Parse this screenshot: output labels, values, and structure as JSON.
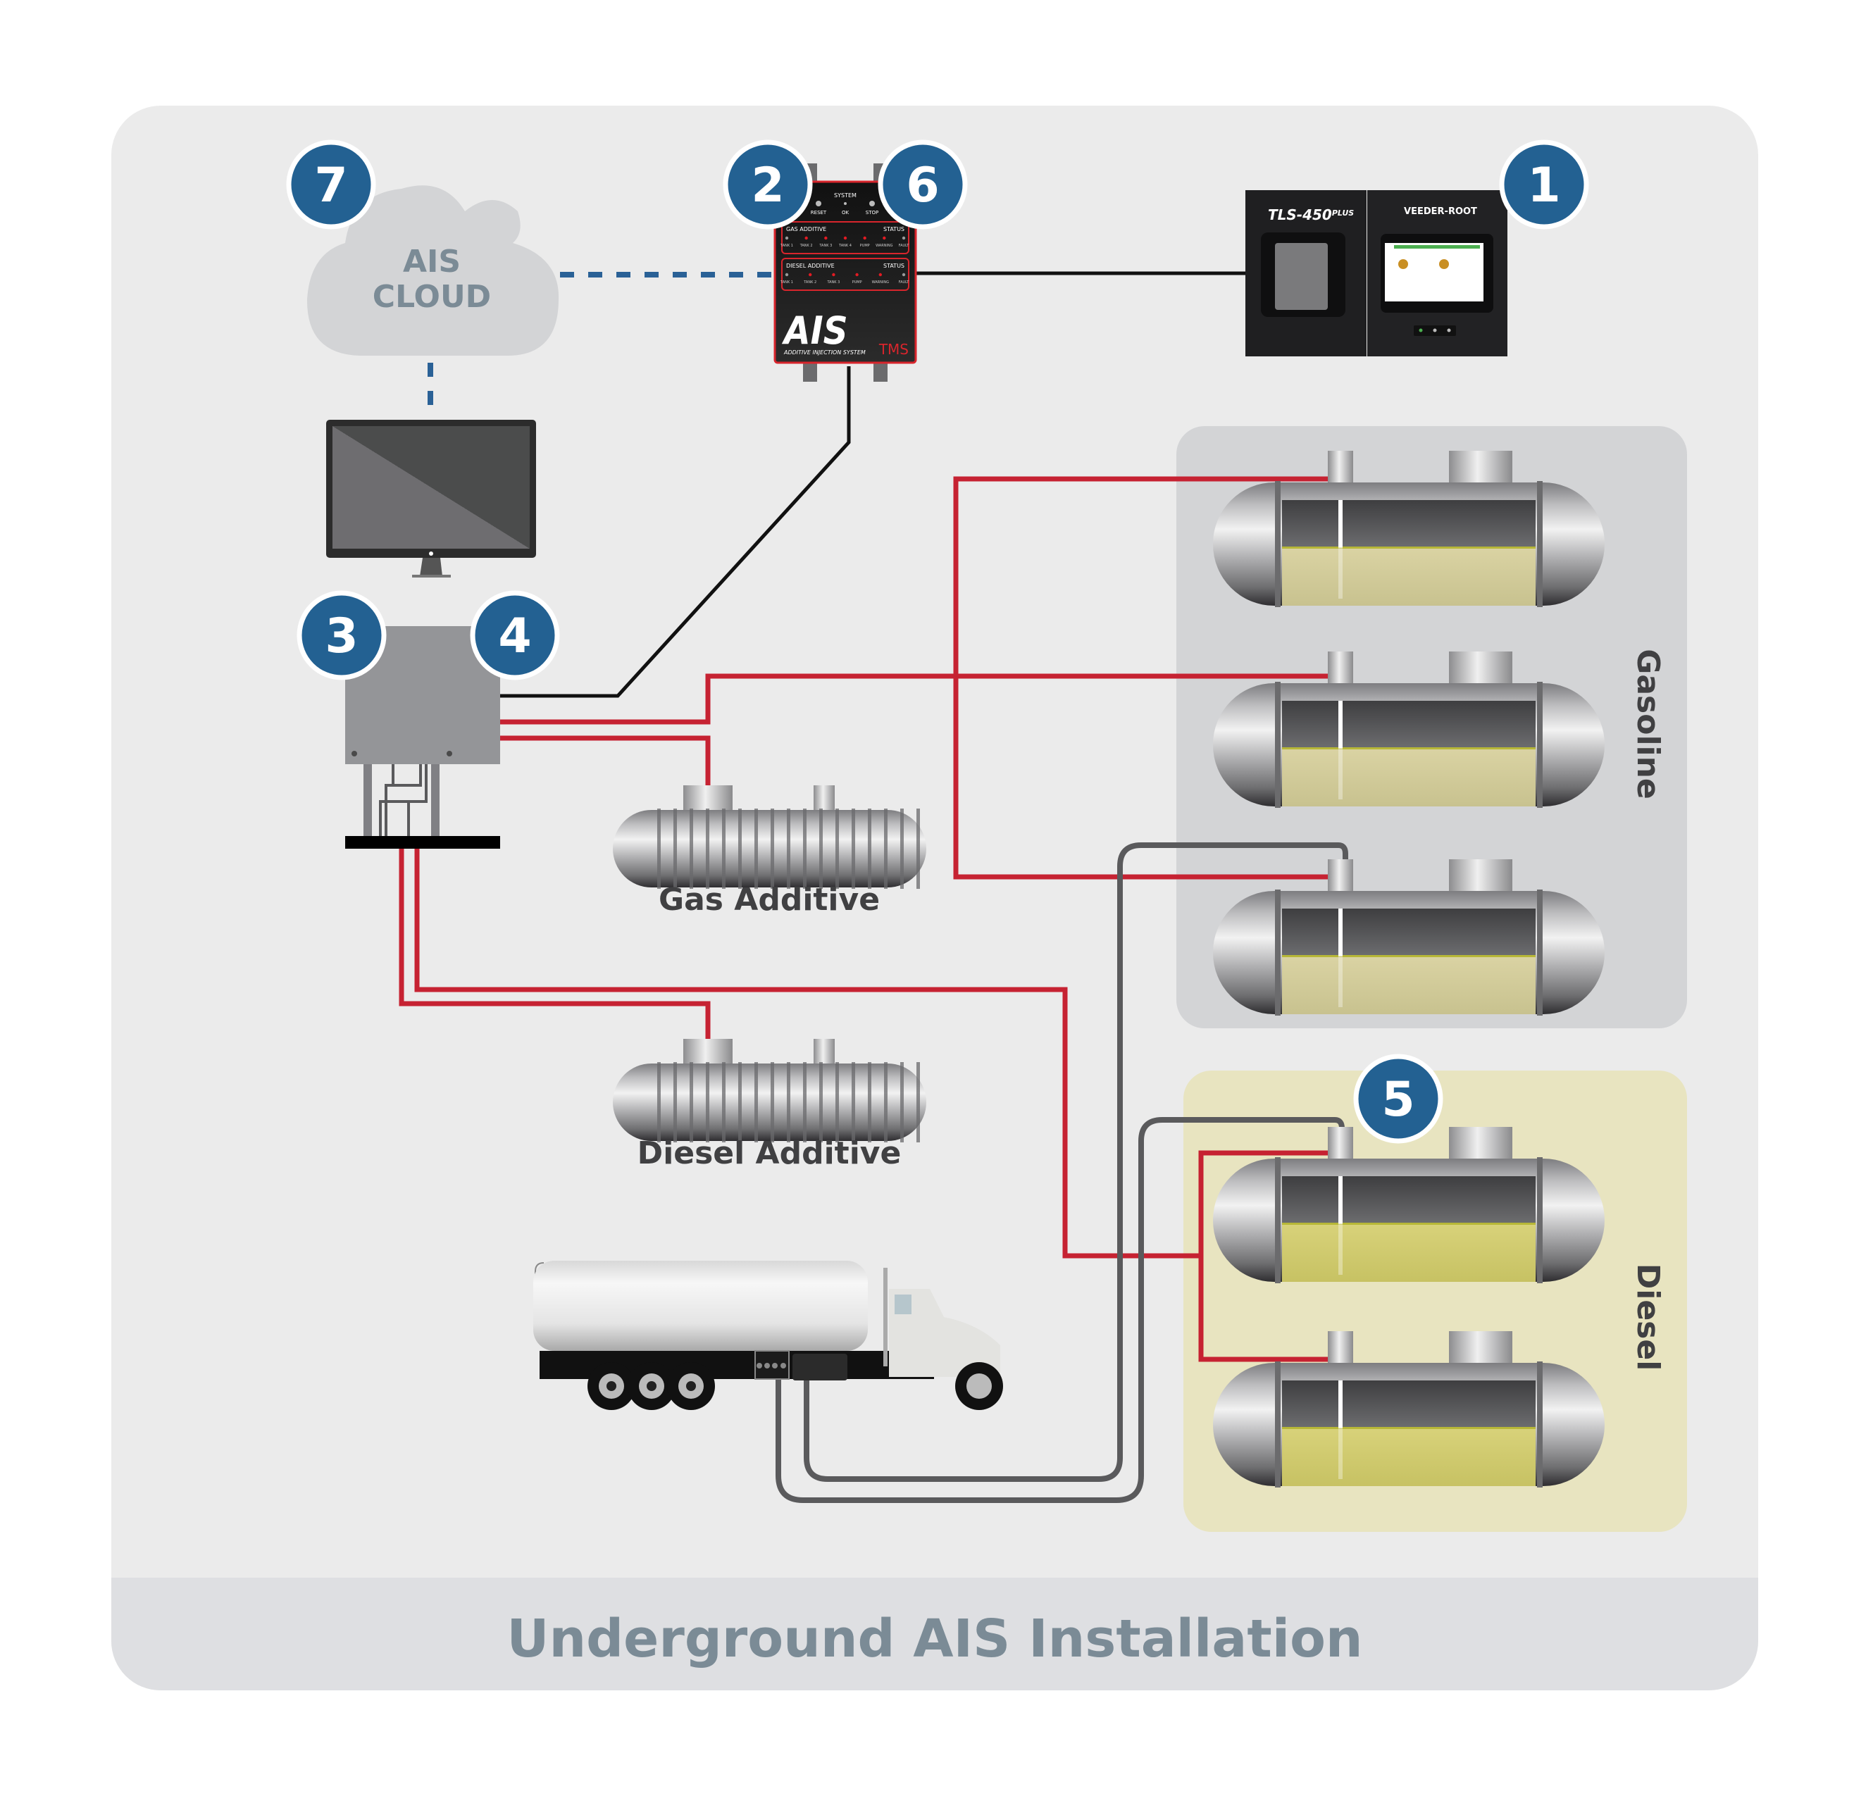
{
  "title": "Underground AIS Installation",
  "colors": {
    "panel_bg": "#ebebeb",
    "title_band_bg": "#dedfe2",
    "title_text": "#7b8b96",
    "badge_fill": "#236192",
    "badge_stroke": "#ffffff",
    "gasoline_group_bg": "#d3d4d6",
    "diesel_group_bg": "#e8e4c0",
    "additive_pipe": "#c62232",
    "data_cable": "#111111",
    "network_dash": "#2a6196",
    "vapor_hose": "#5a5a5c",
    "gasoline_fill": "#d3cc9c",
    "diesel_fill": "#d3cf73",
    "label_dark": "#404042"
  },
  "cloud": {
    "line1": "AIS",
    "line2": "CLOUD",
    "icon": "cloud-icon"
  },
  "badges": [
    {
      "num": "1",
      "target": "tls-450-plus-console"
    },
    {
      "num": "2",
      "target": "ais-controller"
    },
    {
      "num": "3",
      "target": "dispenser-junction-box"
    },
    {
      "num": "4",
      "target": "dispenser-junction-box"
    },
    {
      "num": "5",
      "target": "diesel-tank-1"
    },
    {
      "num": "6",
      "target": "ais-controller"
    },
    {
      "num": "7",
      "target": "ais-cloud"
    }
  ],
  "ais_controller": {
    "system_label": "SYSTEM",
    "buttons": [
      "RESET",
      "OK",
      "STOP"
    ],
    "gas_additive": {
      "title": "GAS ADDITIVE",
      "status_title": "STATUS",
      "indicators": [
        {
          "label": "TANK 1",
          "on": false
        },
        {
          "label": "TANK 2",
          "on": true
        },
        {
          "label": "TANK 3",
          "on": true
        },
        {
          "label": "TANK 4",
          "on": true
        },
        {
          "label": "PUMP",
          "on": true
        },
        {
          "label": "WARNING",
          "on": true
        },
        {
          "label": "FAULT",
          "on": false
        }
      ]
    },
    "diesel_additive": {
      "title": "DIESEL ADDITIVE",
      "status_title": "STATUS",
      "indicators": [
        {
          "label": "TANK 1",
          "on": false
        },
        {
          "label": "TANK 2",
          "on": true
        },
        {
          "label": "TANK 3",
          "on": true
        },
        {
          "label": "PUMP",
          "on": true
        },
        {
          "label": "WARNING",
          "on": true
        },
        {
          "label": "FAULT",
          "on": false
        }
      ]
    },
    "logo": "AIS",
    "subtitle": "ADDITIVE INJECTION SYSTEM",
    "brand": "TMS"
  },
  "tls_console": {
    "model": "TLS-450",
    "model_suffix": "PLUS",
    "brand": "VEEDER-ROOT"
  },
  "additive_tanks": [
    {
      "label": "Gas Additive"
    },
    {
      "label": "Diesel Additive"
    }
  ],
  "groups": [
    {
      "label": "Gasoline",
      "tank_count": 3,
      "fill_level": 0.55
    },
    {
      "label": "Diesel",
      "tank_count": 2,
      "fill_level": 0.55
    }
  ]
}
